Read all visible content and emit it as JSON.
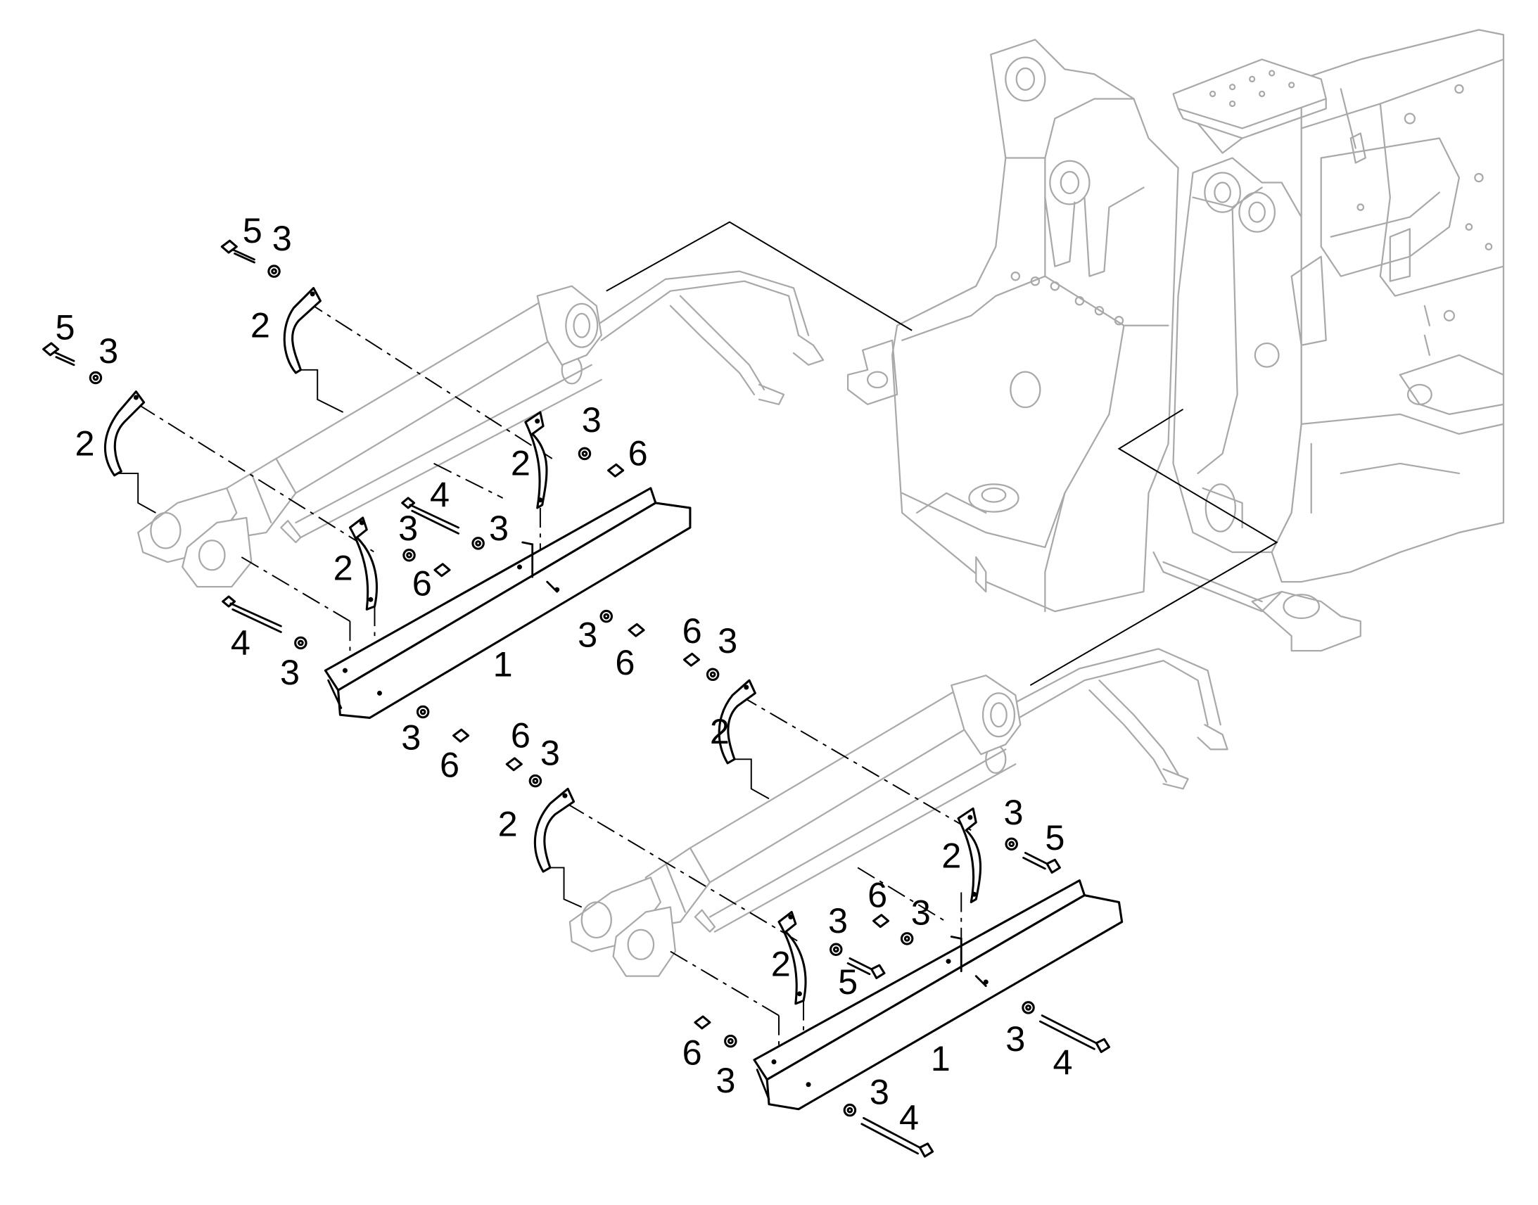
{
  "callouts": [
    {
      "id": "c01",
      "text": "5"
    },
    {
      "id": "c02",
      "text": "3"
    },
    {
      "id": "c03",
      "text": "2"
    },
    {
      "id": "c04",
      "text": "5"
    },
    {
      "id": "c05",
      "text": "3"
    },
    {
      "id": "c06",
      "text": "2"
    },
    {
      "id": "c07",
      "text": "3"
    },
    {
      "id": "c08",
      "text": "6"
    },
    {
      "id": "c09",
      "text": "2"
    },
    {
      "id": "c10",
      "text": "4"
    },
    {
      "id": "c11",
      "text": "3"
    },
    {
      "id": "c12",
      "text": "3"
    },
    {
      "id": "c13",
      "text": "2"
    },
    {
      "id": "c14",
      "text": "6"
    },
    {
      "id": "c15",
      "text": "4"
    },
    {
      "id": "c16",
      "text": "3"
    },
    {
      "id": "c17",
      "text": "1"
    },
    {
      "id": "c18",
      "text": "3"
    },
    {
      "id": "c19",
      "text": "6"
    },
    {
      "id": "c20",
      "text": "3"
    },
    {
      "id": "c21",
      "text": "6"
    },
    {
      "id": "c22",
      "text": "6"
    },
    {
      "id": "c23",
      "text": "3"
    },
    {
      "id": "c24",
      "text": "2"
    },
    {
      "id": "c25",
      "text": "6"
    },
    {
      "id": "c26",
      "text": "3"
    },
    {
      "id": "c27",
      "text": "2"
    },
    {
      "id": "c28",
      "text": "3"
    },
    {
      "id": "c29",
      "text": "5"
    },
    {
      "id": "c30",
      "text": "2"
    },
    {
      "id": "c31",
      "text": "6"
    },
    {
      "id": "c32",
      "text": "3"
    },
    {
      "id": "c33",
      "text": "3"
    },
    {
      "id": "c34",
      "text": "2"
    },
    {
      "id": "c35",
      "text": "5"
    },
    {
      "id": "c36",
      "text": "6"
    },
    {
      "id": "c37",
      "text": "3"
    },
    {
      "id": "c38",
      "text": "1"
    },
    {
      "id": "c39",
      "text": "3"
    },
    {
      "id": "c40",
      "text": "4"
    },
    {
      "id": "c41",
      "text": "3"
    },
    {
      "id": "c42",
      "text": "4"
    }
  ]
}
